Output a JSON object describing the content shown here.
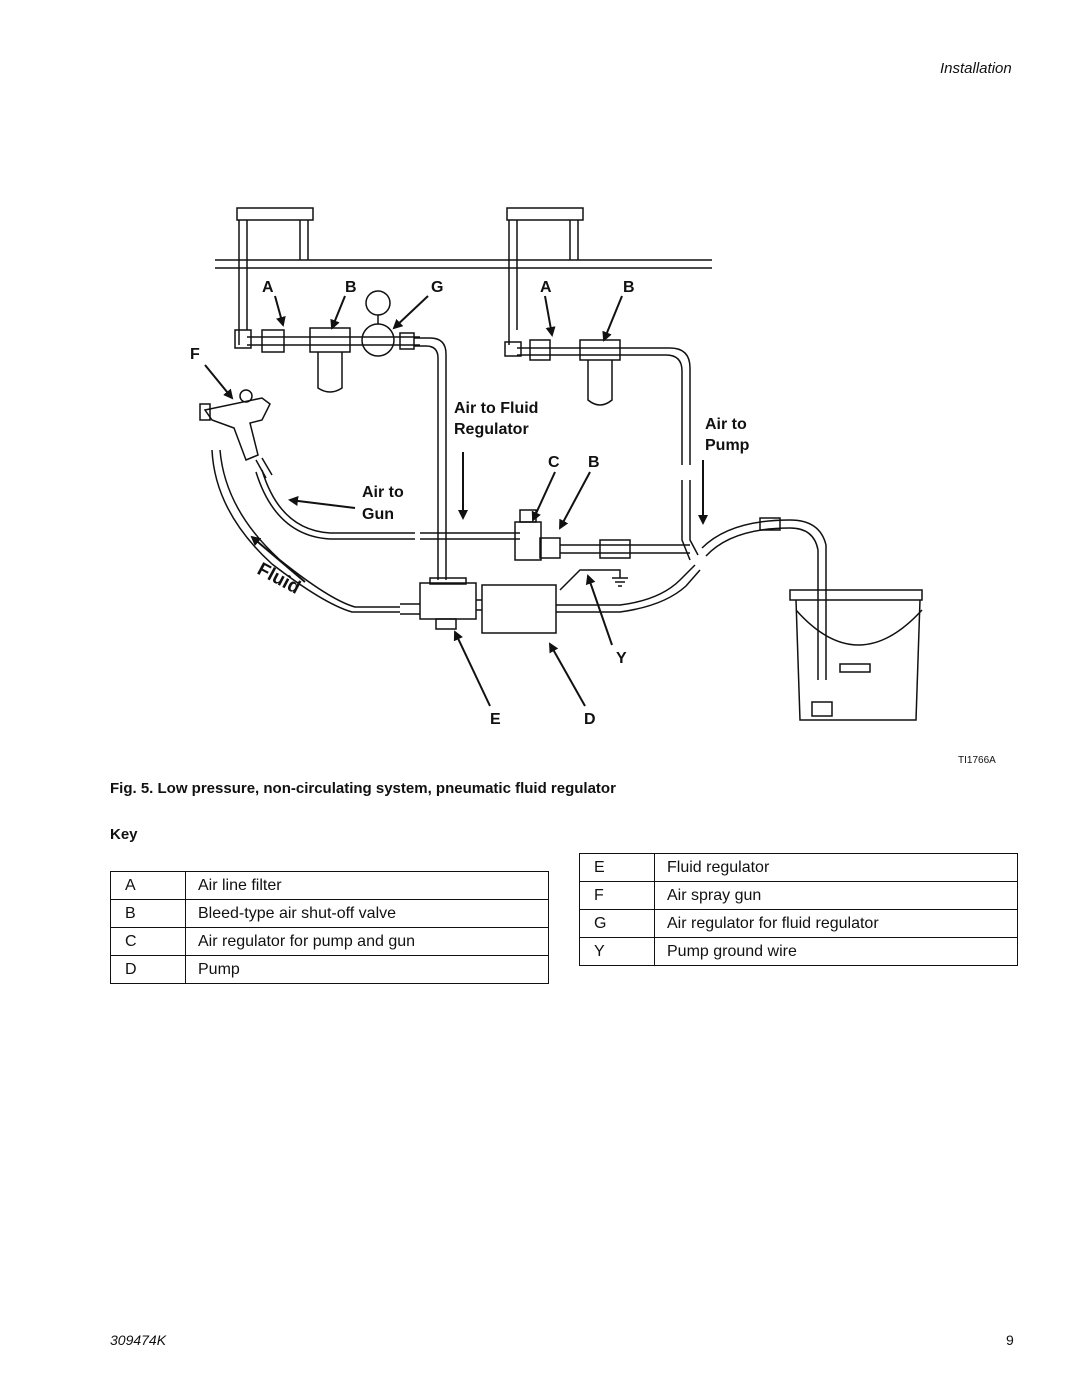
{
  "header": {
    "section": "Installation"
  },
  "diagram": {
    "labels": {
      "a1": "A",
      "b1": "B",
      "g": "G",
      "a2": "A",
      "b2": "B",
      "f": "F",
      "air_fluid_1": "Air to Fluid",
      "air_fluid_2": "Regulator",
      "air_pump_1": "Air to",
      "air_pump_2": "Pump",
      "c": "C",
      "b3": "B",
      "air_gun_1": "Air to",
      "air_gun_2": "Gun",
      "fluid": "Fluid",
      "y": "Y",
      "e": "E",
      "d": "D"
    },
    "figure_id": "TI1766A"
  },
  "caption": "Fig. 5. Low pressure, non-circulating system, pneumatic fluid regulator",
  "key_heading": "Key",
  "key_left": [
    {
      "code": "A",
      "desc": "Air line filter"
    },
    {
      "code": "B",
      "desc": "Bleed-type air shut-off valve"
    },
    {
      "code": "C",
      "desc": "Air regulator for pump and gun"
    },
    {
      "code": "D",
      "desc": "Pump"
    }
  ],
  "key_right": [
    {
      "code": "E",
      "desc": "Fluid regulator"
    },
    {
      "code": "F",
      "desc": "Air spray gun"
    },
    {
      "code": "G",
      "desc": "Air regulator for fluid regulator"
    },
    {
      "code": "Y",
      "desc": "Pump ground wire"
    }
  ],
  "footer": {
    "doc_number": "309474K",
    "page": "9"
  }
}
